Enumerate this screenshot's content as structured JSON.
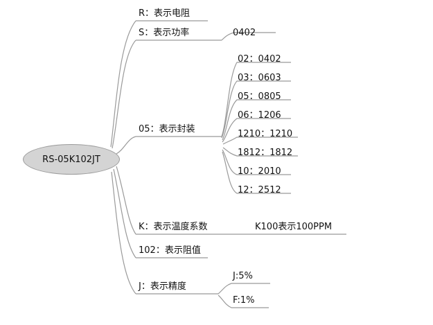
{
  "diagram": {
    "type": "mind-map",
    "root": {
      "label": "RS-05K102JT"
    },
    "branches": [
      {
        "label": "R：表示电阻"
      },
      {
        "label": "S：表示功率"
      },
      {
        "label": "05：表示封装"
      },
      {
        "label": "K：表示温度系数"
      },
      {
        "label": "102：表示阻值"
      },
      {
        "label": "J：表示精度"
      }
    ],
    "leaves": {
      "power": [
        {
          "label": "0402"
        }
      ],
      "package": [
        {
          "label": "02：0402"
        },
        {
          "label": "03：0603"
        },
        {
          "label": "05：0805"
        },
        {
          "label": "06：1206"
        },
        {
          "label": "1210：1210"
        },
        {
          "label": "1812：1812"
        },
        {
          "label": "10：2010"
        },
        {
          "label": "12：2512"
        }
      ],
      "temperature": [
        {
          "label": "K100表示100PPM"
        }
      ],
      "precision": [
        {
          "label": "J:5%"
        },
        {
          "label": "F:1%"
        }
      ]
    },
    "colors": {
      "node_fill": "#d4d4d4",
      "node_stroke": "#9a9a9a",
      "line": "#999999",
      "text": "#111111",
      "background": "#ffffff"
    }
  }
}
